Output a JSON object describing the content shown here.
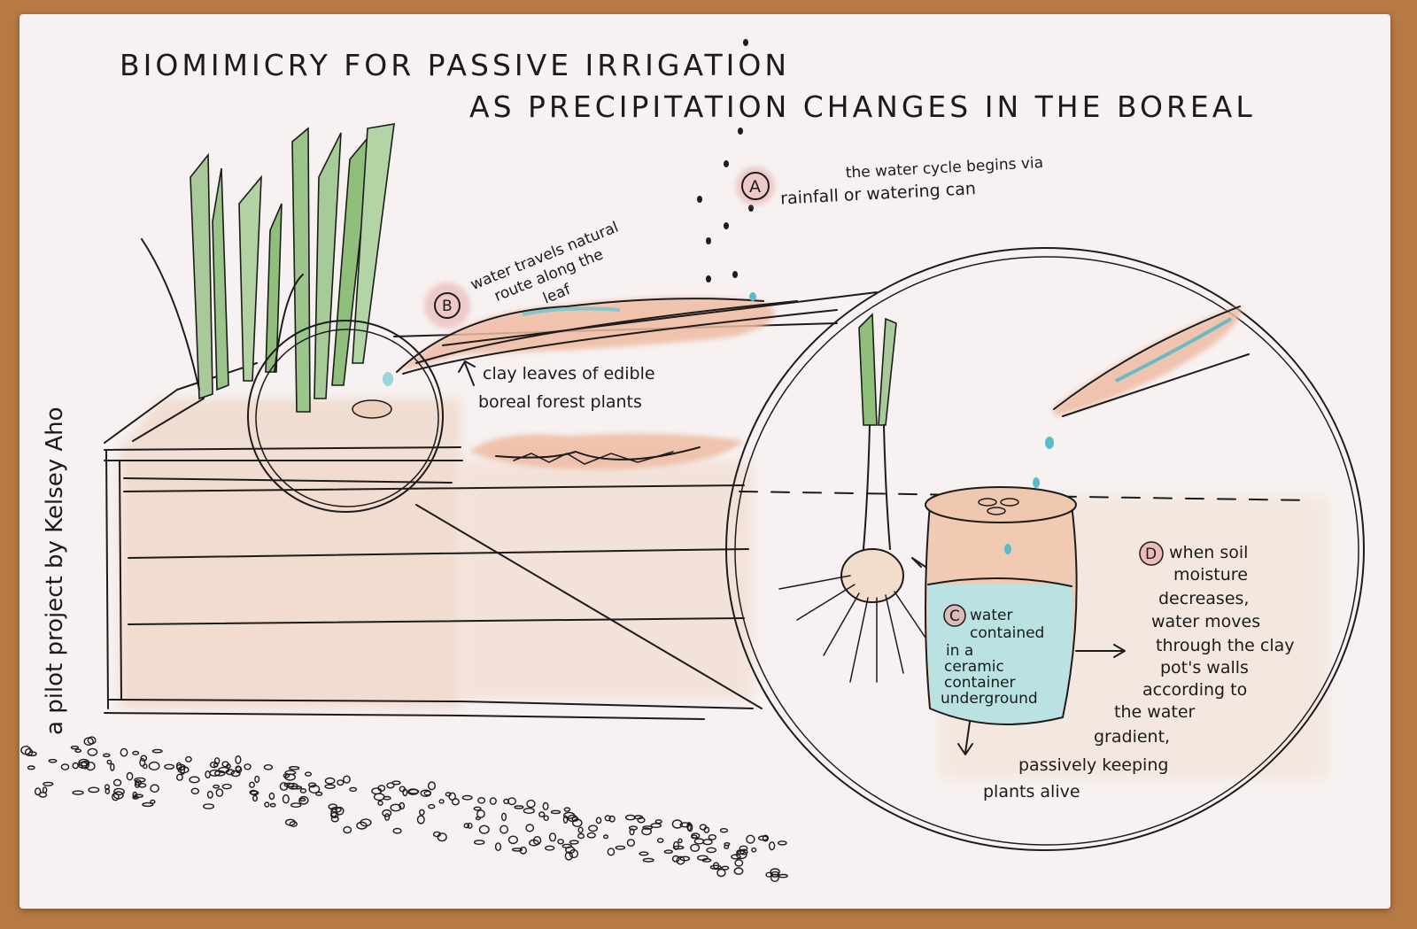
{
  "title": {
    "line1": "BIOMIMICRY FOR PASSIVE IRRIGATION",
    "line2": "AS PRECIPITATION CHANGES IN THE BOREAL"
  },
  "credit": "a pilot project by Kelsey Aho",
  "labels": {
    "a_marker": "A",
    "a_line1": "the water cycle begins via",
    "a_line2": "rainfall or watering can",
    "b_marker": "B",
    "b_line1": "water travels natural",
    "b_line2": "route along the",
    "b_line3": "leaf",
    "leaves_line1": "clay leaves of edible",
    "leaves_line2": "boreal forest plants",
    "c_marker": "C",
    "c_line1": "water",
    "c_line2": "contained",
    "c_line3": "in a",
    "c_line4": "ceramic",
    "c_line5": "container",
    "c_line6": "underground",
    "d_marker": "D",
    "d_line1": "when soil",
    "d_line2": "moisture",
    "d_line3": "decreases,",
    "d_line4": "water moves",
    "d_line5": "through the clay",
    "d_line6": "pot's walls",
    "d_line7": "according to",
    "d_line8": "the water",
    "d_line9": "gradient,",
    "d_line10": "passively keeping",
    "d_line11": "plants alive"
  },
  "colors": {
    "paper": "#f7f1f1",
    "desk": "#b87a45",
    "ink": "#1c1c1c",
    "marker_pink": "#e8a9a9",
    "clay_wash": "#eec3ad",
    "water_blue": "#7fd0d6",
    "leaf_green": "#8fbf7a"
  }
}
